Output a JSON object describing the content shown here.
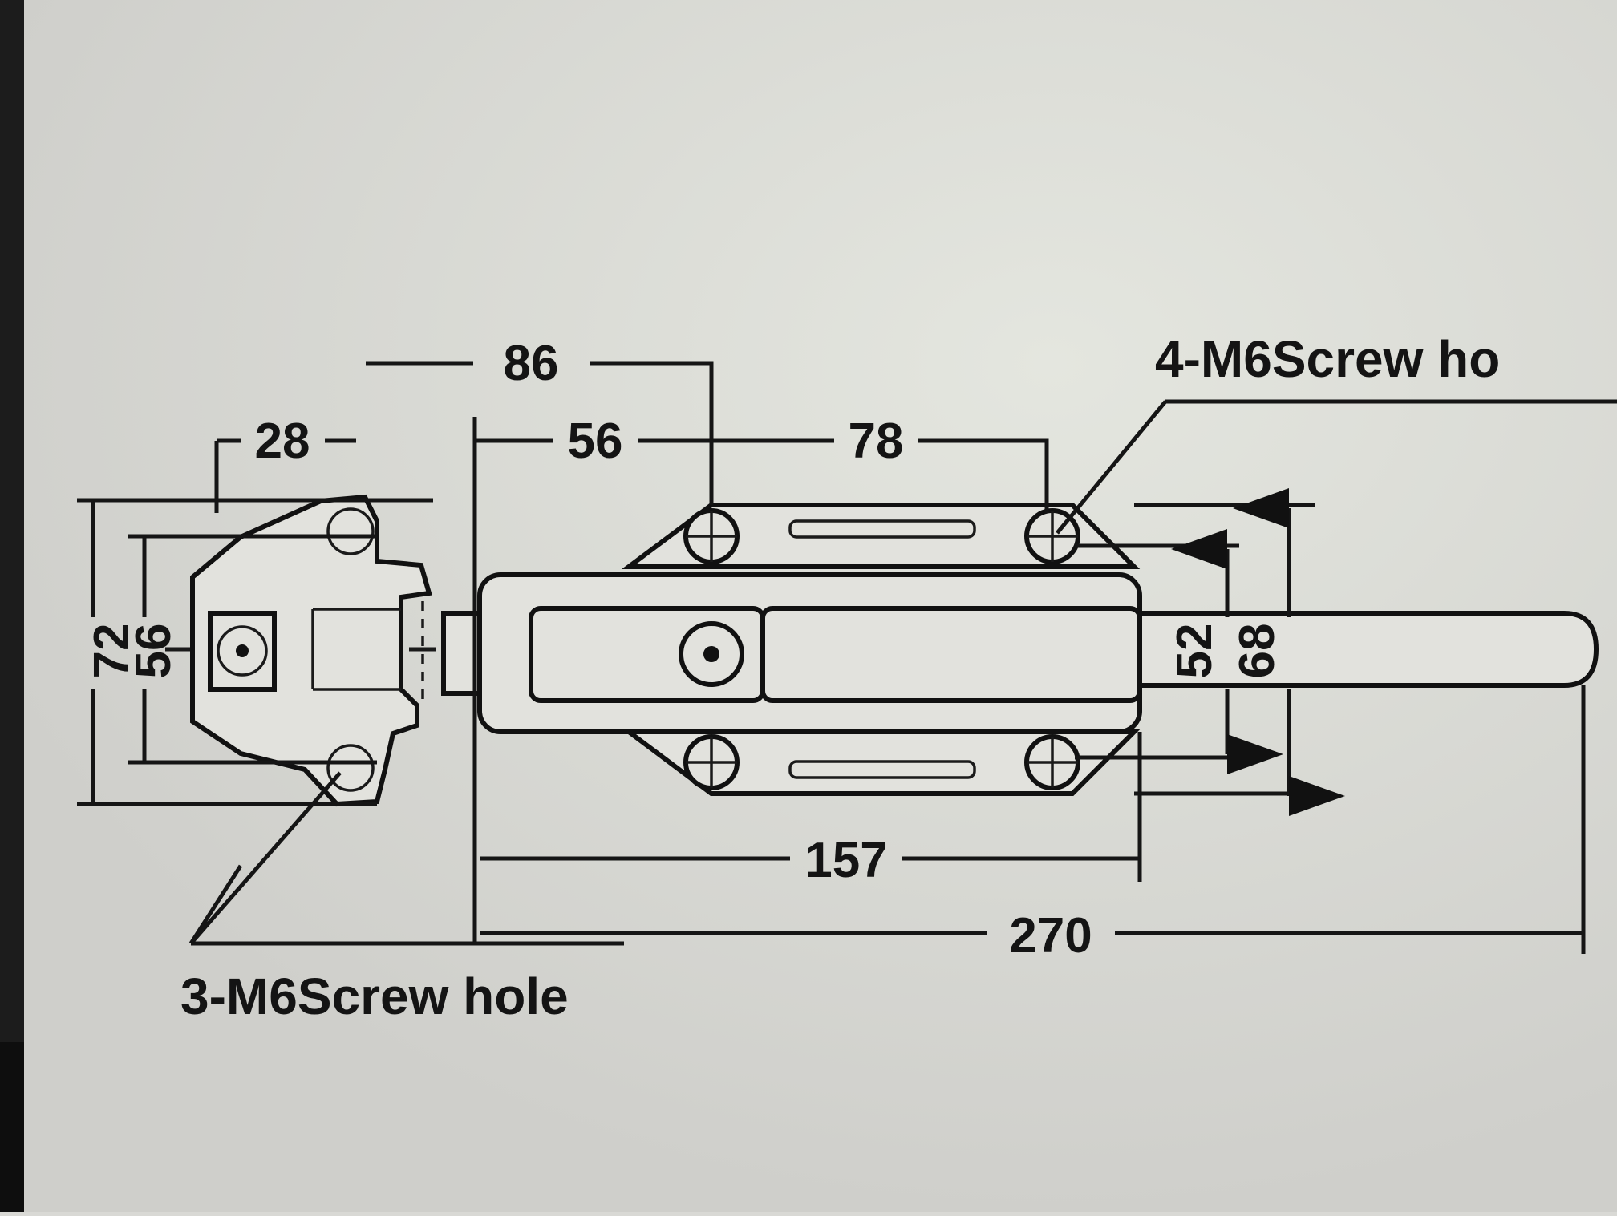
{
  "drawing": {
    "dimensions": {
      "d86": "86",
      "d28": "28",
      "d56_top": "56",
      "d78": "78",
      "d72": "72",
      "d56_left": "56",
      "d52": "52",
      "d68": "68",
      "d157": "157",
      "d270": "270"
    },
    "notes": {
      "top_right": "4-M6Screw ho",
      "bottom_left": "3-M6Screw hole"
    }
  },
  "colors": {
    "paper": "#d9d9d5",
    "ink": "#141414"
  }
}
